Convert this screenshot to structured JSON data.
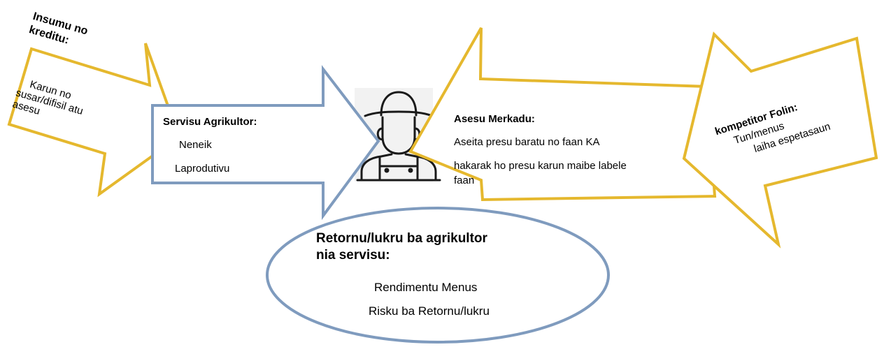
{
  "credit_arrow": {
    "title": "Insumu no kreditu:",
    "title_lines": [
      "Insumu no",
      "kreditu:"
    ],
    "body_lines": [
      "Karun no",
      "susar/difisil atu",
      "asesu"
    ]
  },
  "services_arrow": {
    "title": "Servisu Agrikultor:",
    "items": [
      "Neneik",
      "Laprodutivu"
    ]
  },
  "market_arrow": {
    "title": "Asesu Merkadu:",
    "lines": [
      "Aseita presu baratu no faan KA",
      "hakarak ho presu karun maibe labele",
      "faan"
    ]
  },
  "competitor_arrow": {
    "title": "kompetitor Folin:",
    "lines": [
      "Tun/menus",
      "laiha espetasaun"
    ]
  },
  "returns_ellipse": {
    "title_lines": [
      "Retornu/lukru ba agrikultor",
      "nia servisu:"
    ],
    "items": [
      "Rendimentu Menus",
      "Risku ba Retornu/lukru"
    ]
  },
  "farmer_icon": "farmer-icon",
  "colors": {
    "gold": "#E5B82E",
    "blue_grey": "#7F9BBE",
    "text": "#000000",
    "background": "#FFFFFF",
    "icon_bg": "#F2F2F2"
  }
}
